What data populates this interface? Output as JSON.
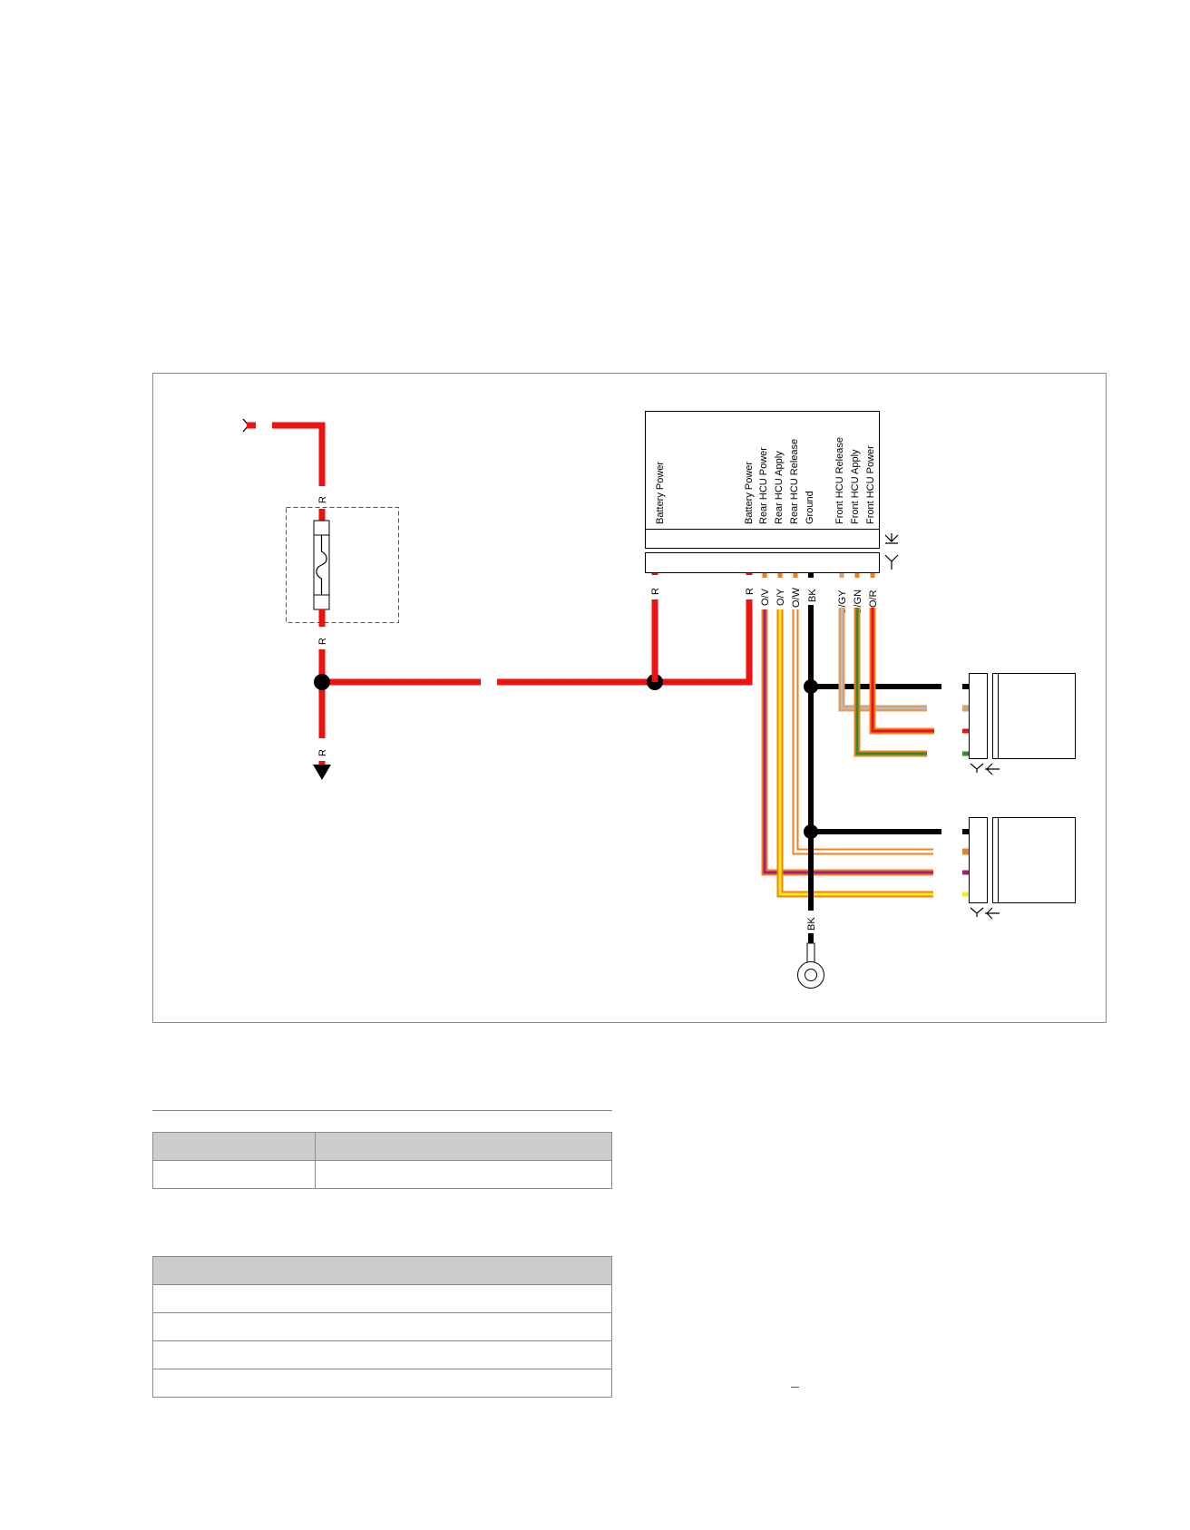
{
  "diagram": {
    "module_labels": {
      "battery_power_left": "Battery Power",
      "battery_power": "Battery Power",
      "rear_hcu_power": "Rear HCU Power",
      "rear_hcu_apply": "Rear HCU Apply",
      "rear_hcu_release": "Rear HCU Release",
      "ground": "Ground",
      "front_hcu_release": "Front HCU Release",
      "front_hcu_apply": "Front HCU Apply",
      "front_hcu_power": "Front HCU Power"
    },
    "wire_labels": {
      "fuse_top": "R",
      "fuse_bottom": "R",
      "down_arrow": "R",
      "module_battery": "R",
      "pin_r": "R",
      "pin_ov": "O/V",
      "pin_oy": "O/Y",
      "pin_ow": "O/W",
      "pin_bk": "BK",
      "pin_ogy": "O/GY",
      "pin_ogn": "O/GN",
      "pin_or": "O/R",
      "ground_bk": "BK"
    },
    "wire_colors": {
      "red": "#ee1111",
      "black": "#000000",
      "orange": "#f08020",
      "violet": "#a0207a",
      "yellow": "#ffee00",
      "white": "#ffffff",
      "gray": "#bbbbbb",
      "green": "#2e8b2e",
      "tan": "#d9a06b"
    }
  },
  "tables": {
    "table1": {
      "rows": [
        [
          "",
          ""
        ],
        [
          "",
          ""
        ]
      ]
    },
    "table2": {
      "rows": [
        [
          ""
        ],
        [
          ""
        ],
        [
          ""
        ],
        [
          ""
        ],
        [
          ""
        ]
      ]
    }
  }
}
